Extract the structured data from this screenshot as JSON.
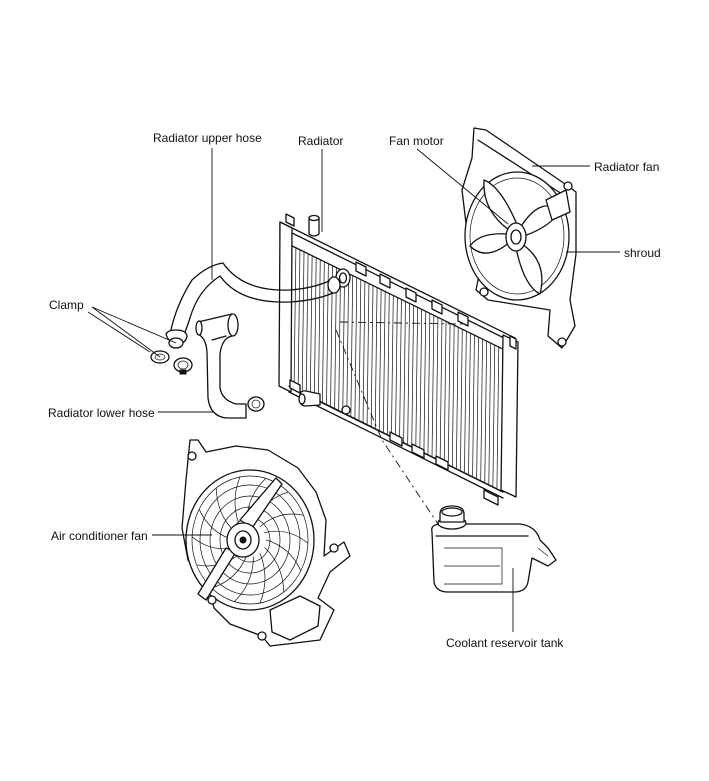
{
  "labels": {
    "radiator_upper_hose": "Radiator upper hose",
    "radiator": "Radiator",
    "fan_motor": "Fan motor",
    "radiator_fan": "Radiator fan",
    "shroud": "shroud",
    "clamp": "Clamp",
    "radiator_lower_hose": "Radiator lower hose",
    "air_conditioner_fan": "Air conditioner fan",
    "coolant_reservoir_tank": "Coolant reservoir tank"
  }
}
